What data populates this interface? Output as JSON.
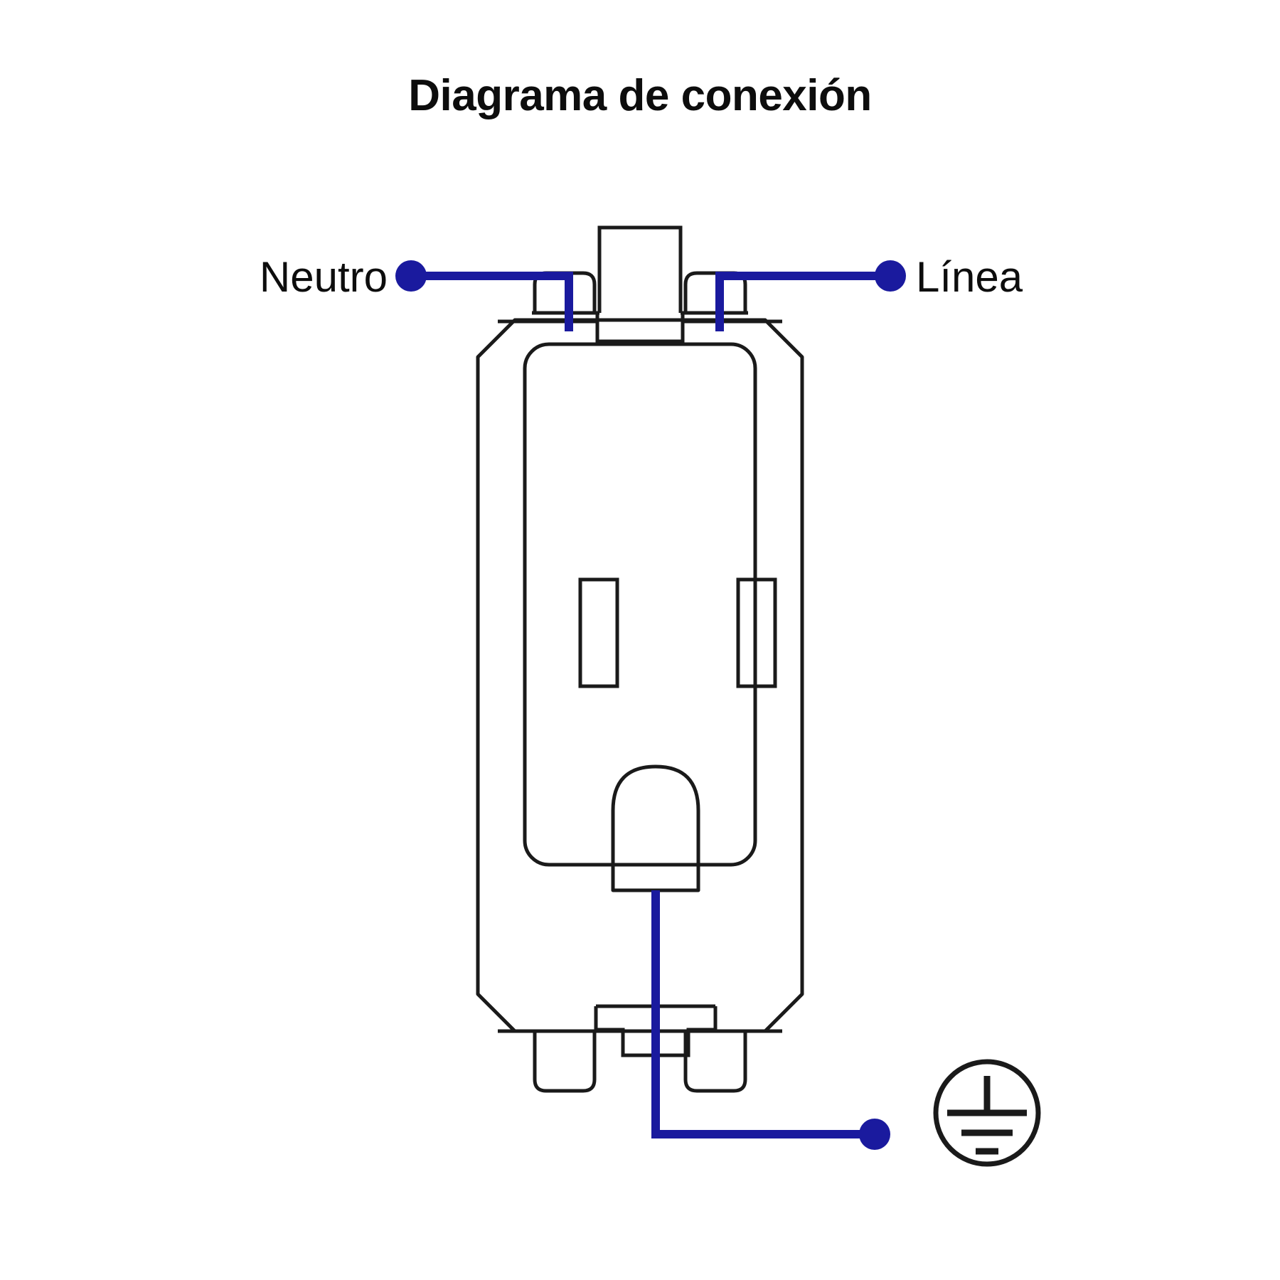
{
  "title": "Diagrama de conexión",
  "labels": {
    "neutral": "Neutro",
    "line": "Línea"
  },
  "colors": {
    "wire": "#1a1a9e",
    "outline": "#1a1a1a",
    "background": "#ffffff",
    "text": "#0d0d0d"
  },
  "icons": {
    "ground": "ground-earth-icon",
    "neutral_terminal": "terminal-dot-icon",
    "line_terminal": "terminal-dot-icon",
    "ground_terminal": "terminal-dot-icon"
  },
  "device": {
    "name": "wall-outlet-receptacle",
    "slots": [
      "neutral-blade-slot",
      "line-blade-slot",
      "ground-pin-slot"
    ],
    "terminals": [
      "top-left-terminal-tab",
      "top-right-terminal-tab",
      "bottom-left-terminal-tab",
      "bottom-right-terminal-tab"
    ],
    "mounting_tabs": [
      "top-mounting-tab",
      "bottom-mounting-tab"
    ]
  },
  "connections": [
    {
      "from": "Neutro",
      "to": "top-left-terminal-tab"
    },
    {
      "from": "Línea",
      "to": "top-right-terminal-tab"
    },
    {
      "from": "ground-pin-slot",
      "to": "ground-earth-icon"
    }
  ]
}
